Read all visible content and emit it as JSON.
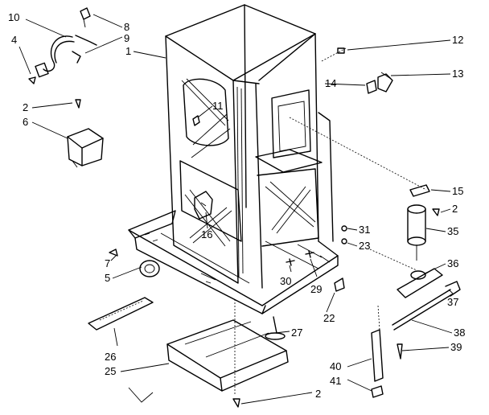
{
  "labels": {
    "p1": "1",
    "p2a": "2",
    "p2b": "2",
    "p2c": "2",
    "p4": "4",
    "p5": "5",
    "p6": "6",
    "p7": "7",
    "p8": "8",
    "p9": "9",
    "p10": "10",
    "p11": "11",
    "p12": "12",
    "p13": "13",
    "p14": "14",
    "p15": "15",
    "p16": "16",
    "p22": "22",
    "p23": "23",
    "p25": "25",
    "p26": "26",
    "p27": "27",
    "p29": "29",
    "p30": "30",
    "p31": "31",
    "p35": "35",
    "p36": "36",
    "p37": "37",
    "p38": "38",
    "p39": "39",
    "p40": "40",
    "p41": "41"
  }
}
